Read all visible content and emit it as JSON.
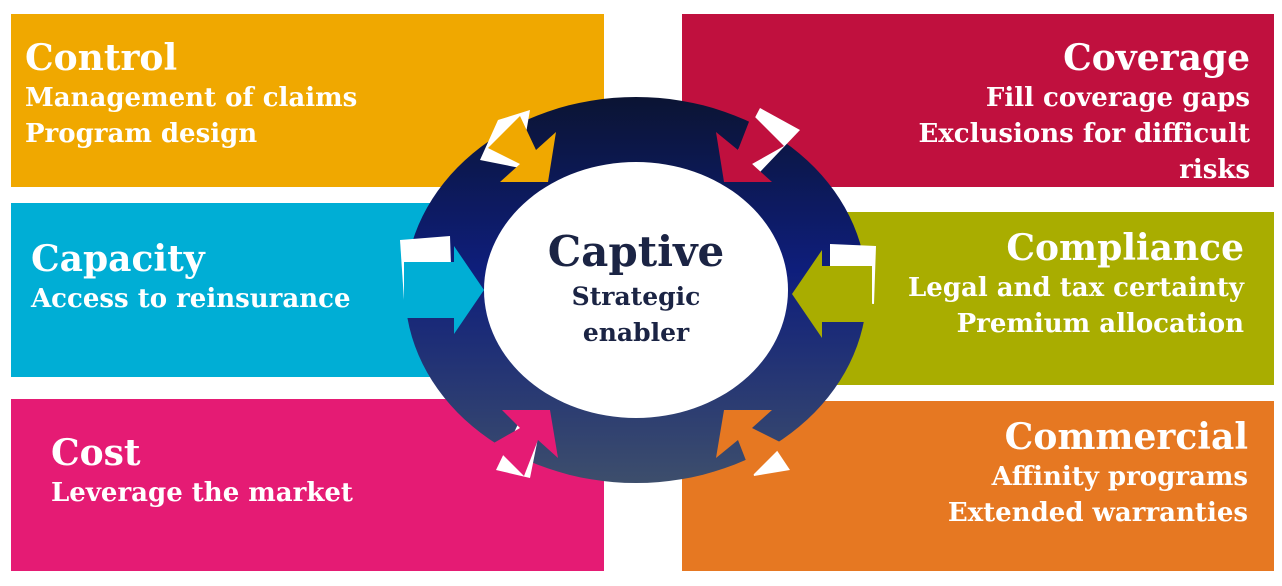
{
  "colors": {
    "control": "#f0a800",
    "capacity": "#00aed5",
    "cost": "#e51b74",
    "coverage": "#c0103e",
    "compliance": "#a9ad00",
    "commercial": "#e67822",
    "ring_top": "#0b1433",
    "ring_mid": "#0e1e7c",
    "ring_bottom": "#3d4e6c"
  },
  "center": {
    "title": "Captive",
    "subtitle": "Strategic enabler"
  },
  "boxes": {
    "control": {
      "title": "Control",
      "lines": [
        "Management of claims",
        "Program design"
      ]
    },
    "capacity": {
      "title": "Capacity",
      "lines": [
        "Access to reinsurance"
      ]
    },
    "cost": {
      "title": "Cost",
      "lines": [
        "Leverage the market"
      ]
    },
    "coverage": {
      "title": "Coverage",
      "lines": [
        "Fill coverage gaps",
        "Exclusions for difficult risks"
      ]
    },
    "compliance": {
      "title": "Compliance",
      "lines": [
        "Legal and tax certainty",
        "Premium allocation"
      ]
    },
    "commercial": {
      "title": "Commercial",
      "lines": [
        "Affinity programs",
        "Extended warranties"
      ]
    }
  }
}
